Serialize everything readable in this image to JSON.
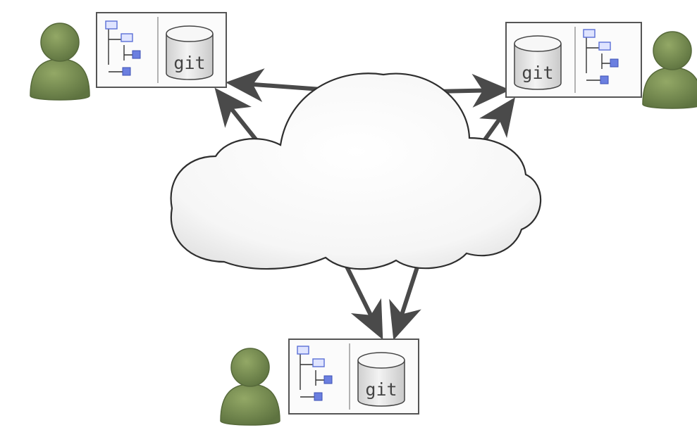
{
  "diagram": {
    "nodes": [
      {
        "id": "top-left",
        "repo_label": "git",
        "order": "tree-first"
      },
      {
        "id": "top-right",
        "repo_label": "git",
        "order": "git-first"
      },
      {
        "id": "bottom",
        "repo_label": "git",
        "order": "tree-first"
      }
    ],
    "colors": {
      "user": "#7a9150",
      "user_dark": "#56693a",
      "arrow": "#4a4a4a",
      "box_border": "#555555",
      "tree_icon": "#5b6fd6",
      "cylinder": "#e6e6e6"
    },
    "icons": [
      "user-icon",
      "file-tree-icon",
      "git-repo-icon",
      "cloud-icon",
      "arrow-icon"
    ]
  }
}
